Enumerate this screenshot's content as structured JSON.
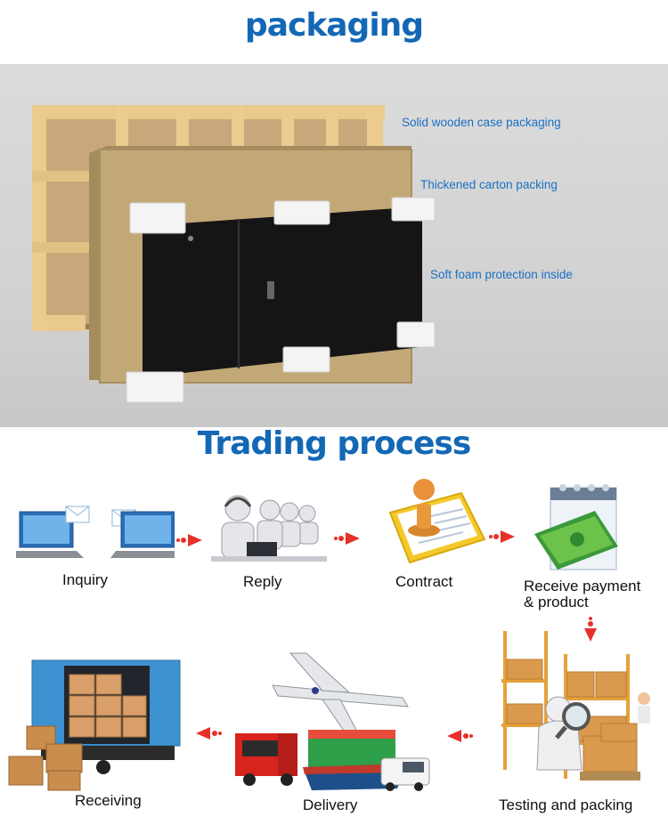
{
  "packaging": {
    "title": "packaging",
    "notes": [
      "Solid wooden  case packaging",
      "Thickened carton packing",
      "Soft foam protection inside"
    ]
  },
  "trading": {
    "title": "Trading process",
    "steps": [
      {
        "label": "Inquiry",
        "icon": "laptop-mail-icon"
      },
      {
        "label": "Reply",
        "icon": "support-agents-icon"
      },
      {
        "label": "Contract",
        "icon": "contract-stamp-icon"
      },
      {
        "label": "Receive payment\n& product",
        "icon": "money-calendar-icon"
      },
      {
        "label": "Testing and packing",
        "icon": "warehouse-inspection-icon"
      },
      {
        "label": "Delivery",
        "icon": "plane-truck-ship-icon"
      },
      {
        "label": "Receiving",
        "icon": "container-boxes-icon"
      }
    ]
  },
  "colors": {
    "title_blue": "#1368b5",
    "note_blue": "#1a70c4",
    "arrow_red": "#e8302a"
  }
}
